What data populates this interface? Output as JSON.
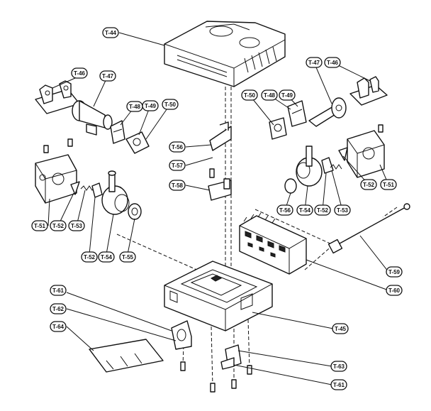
{
  "diagram": {
    "callouts": [
      "T-44",
      "T-46",
      "T-47",
      "T-48",
      "T-49",
      "T-50",
      "T-50",
      "T-48",
      "T-49",
      "T-47",
      "T-46",
      "T-56",
      "T-57",
      "T-58",
      "T-51",
      "T-52",
      "T-53",
      "T-52",
      "T-54",
      "T-55",
      "T-56",
      "T-54",
      "T-52",
      "T-53",
      "T-52",
      "T-51",
      "T-59",
      "T-60",
      "T-45",
      "T-61",
      "T-62",
      "T-64",
      "T-63",
      "T-61"
    ]
  }
}
